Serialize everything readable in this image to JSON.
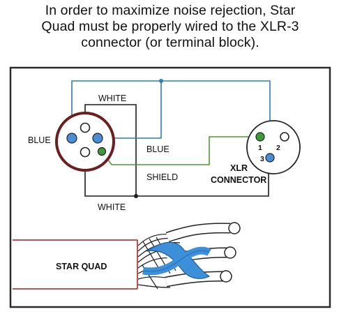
{
  "heading": {
    "line1": "In order to maximize noise rejection, Star",
    "line2": "Quad must be properly wired to the XLR-3",
    "line3": "connector (or terminal block)."
  },
  "labels": {
    "white_top": "WHITE",
    "blue_left": "BLUE",
    "blue_wire": "BLUE",
    "shield": "SHIELD",
    "white_bottom": "WHITE",
    "xlr_line1": "XLR",
    "xlr_line2": "CONNECTOR",
    "pin1": "1",
    "pin2": "2",
    "pin3": "3",
    "cable": "STAR QUAD"
  },
  "colors": {
    "frame": "#2b2b2b",
    "blue_wire": "#2f7fb0",
    "shield_wire": "#4a9a2e",
    "black_wire": "#1a1a1a",
    "connector_ring": "#6b1f1f",
    "blue_pin": "#4a8fd6",
    "green_pin": "#3f9a3a",
    "cable_jacket": "#a31a1a",
    "cable_blue": "#3c8fd8"
  }
}
